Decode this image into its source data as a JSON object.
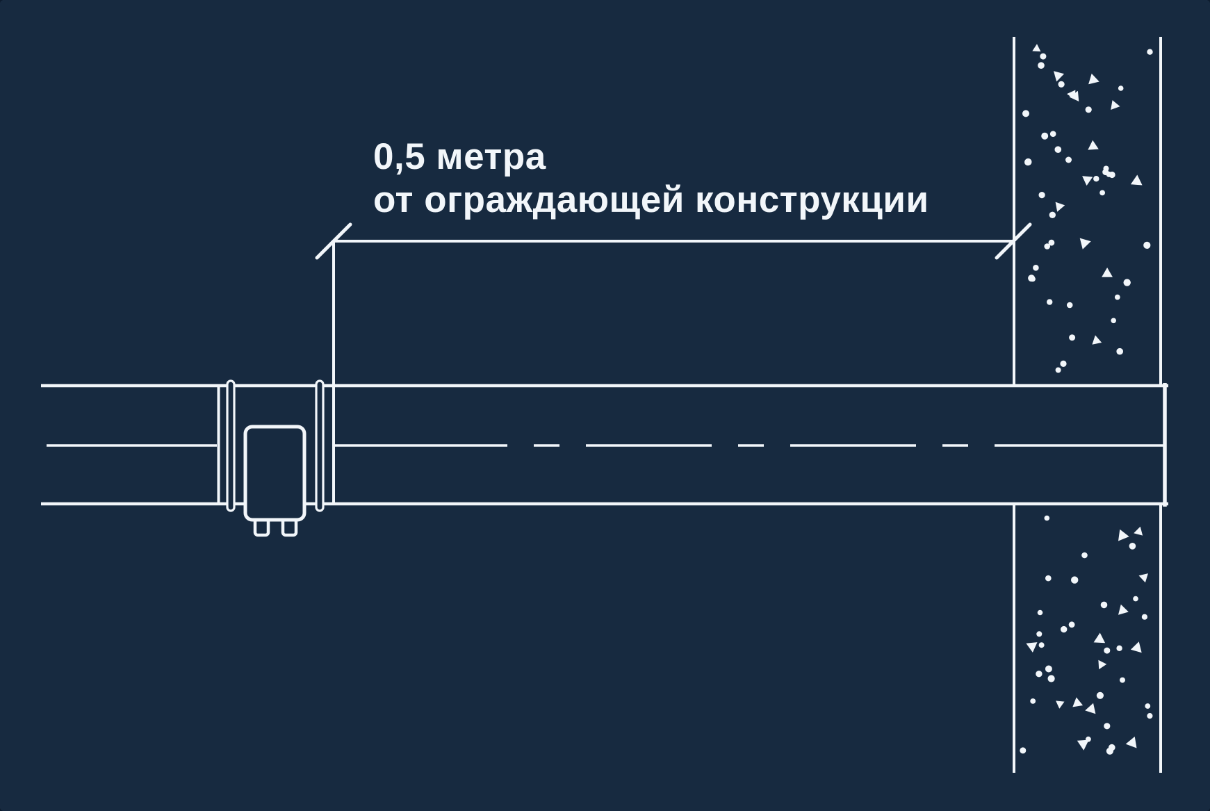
{
  "colors": {
    "background": "#172a40",
    "stroke": "#f2f6fa"
  },
  "annotation": {
    "line1": "0,5 метра",
    "line2": "от ограждающей конструкции"
  },
  "diagram": {
    "type": "technical-drawing",
    "subject": "duct-with-fire-damper-passing-through-wall",
    "dimension_value": "0,5 метра",
    "dimension_reference": "от ограждающей конструкции"
  },
  "texture": {
    "seed": 11,
    "x_range": [
      1470,
      1658
    ],
    "bands": [
      {
        "y_range": [
          62,
          535
        ],
        "dots": 36,
        "triangles": 13
      },
      {
        "y_range": [
          738,
          1082
        ],
        "dots": 28,
        "triangles": 13
      }
    ],
    "dot_radius": [
      3.8,
      5.2
    ],
    "triangle_size": [
      11,
      16
    ]
  }
}
